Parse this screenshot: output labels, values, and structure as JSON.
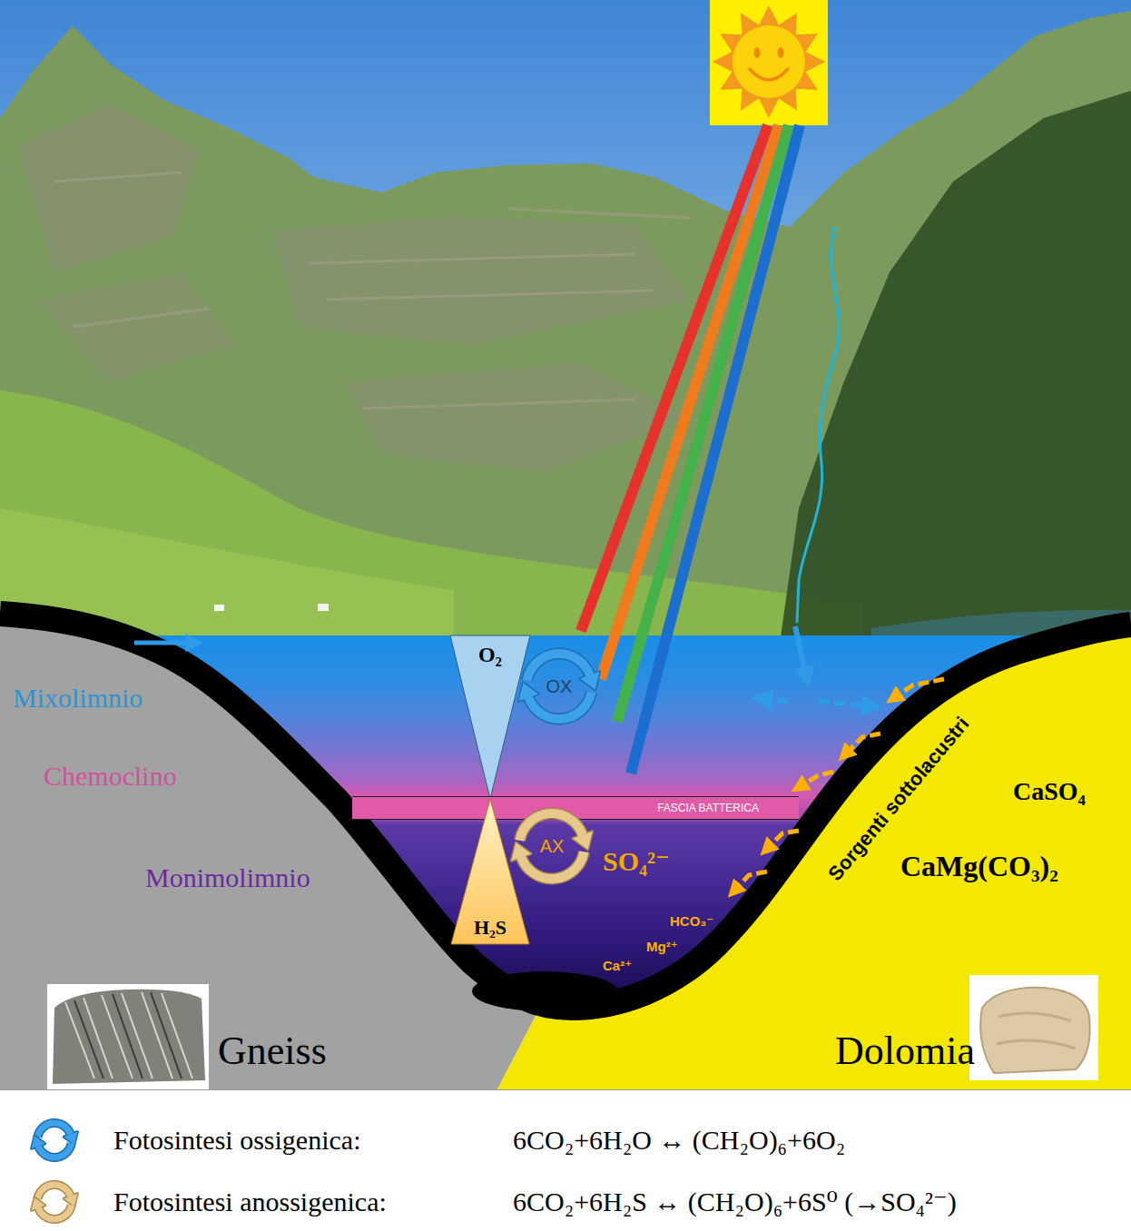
{
  "diagram": {
    "nodes": [
      {
        "text": [
          "O₂"
        ]
      },
      {
        "text": [
          "OX"
        ]
      },
      {
        "text": [
          "FASCIA BATTERICA"
        ]
      },
      {
        "text": [
          "AX"
        ]
      },
      {
        "text": [
          "H₂S"
        ]
      }
    ],
    "labels": [
      "Mixolimnio",
      "Chemoclino",
      "Monimolimnio",
      "SO₄²⁻",
      "Sorgenti sottolacustri",
      "CaSO₄",
      "CaMg(CO₃)₂",
      "HCO₃⁻",
      "Mg²⁺",
      "Ca²⁺",
      "Gneiss",
      "Dolomia",
      "6CO₂+6H₂O ↔ (CH₂O)₆+6O₂",
      "6CO₂+6H₂S ↔ (CH₂O)₆+6S⁰ (→SO₄²⁻)"
    ],
    "legend": [
      {
        "text": "Fotosintesi ossigenica:"
      },
      {
        "text": "Fotosintesi anossigenica:"
      }
    ]
  }
}
